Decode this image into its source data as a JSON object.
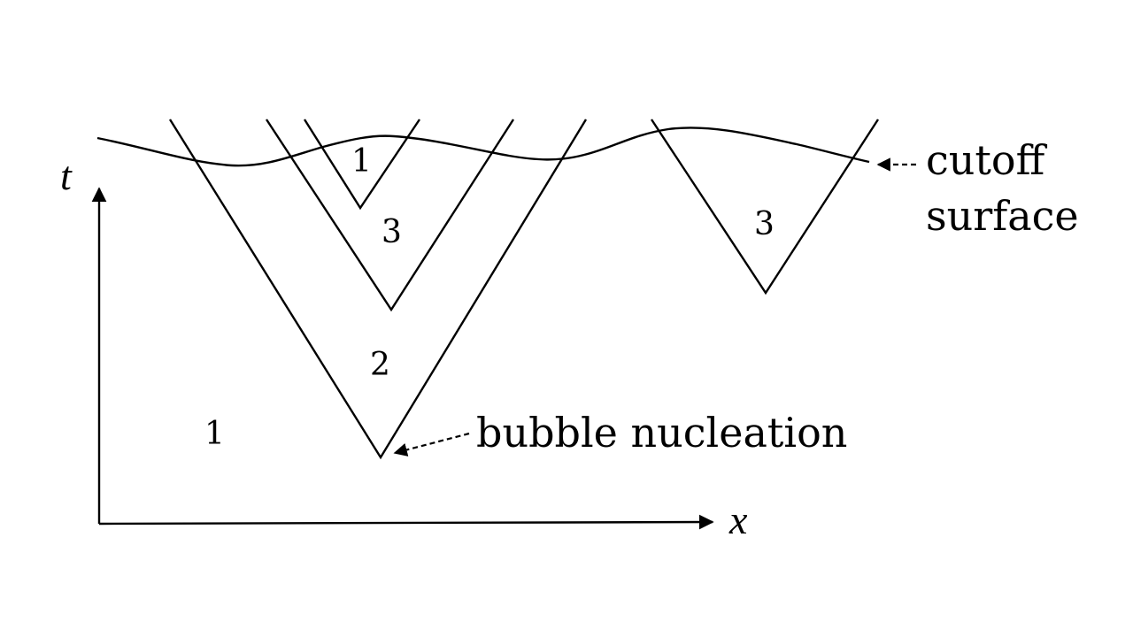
{
  "axes": {
    "t_label": "t",
    "x_label": "x"
  },
  "regions": {
    "outer": "1",
    "first_bubble": "2",
    "second_bubble": "3",
    "inner_bubble": "1",
    "right_bubble": "3"
  },
  "annotations": {
    "bubble_nucleation": "bubble nucleation",
    "cutoff_line1": "cutoff",
    "cutoff_line2": "surface"
  }
}
